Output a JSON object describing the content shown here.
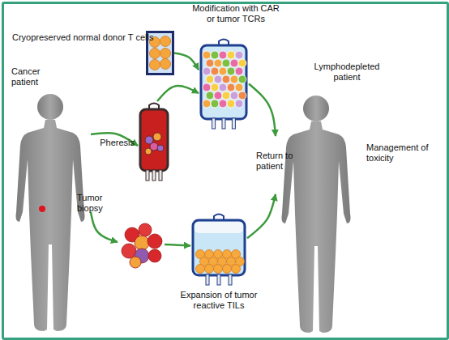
{
  "diagram": {
    "nodes": [
      {
        "text": [
          "Cryopreserved normal donor T cells"
        ]
      },
      {
        "text": [
          "Cancer patient"
        ]
      },
      {
        "text": [
          "Pheresis"
        ]
      },
      {
        "text": [
          "Modification with CAR or tumor TCRs"
        ]
      },
      {
        "text": [
          "Tumor biopsy"
        ]
      },
      {
        "text": [
          "Expansion of tumor reactive TILs"
        ]
      },
      {
        "text": [
          "Lymphodepleted patient"
        ]
      }
    ],
    "edges": [
      {
        "from": 0,
        "to": 3,
        "arrow": "to"
      },
      {
        "from": 1,
        "to": 2,
        "arrow": "to"
      },
      {
        "from": 2,
        "to": 3,
        "arrow": "to"
      },
      {
        "from": 1,
        "to": 4,
        "arrow": "to"
      },
      {
        "from": 4,
        "to": 5,
        "arrow": "to"
      },
      {
        "from": 3,
        "to": 6,
        "arrow": "to"
      },
      {
        "from": 5,
        "to": 6,
        "arrow": "to"
      }
    ],
    "labels": [
      "Return to patient",
      "Management of toxicity"
    ]
  }
}
